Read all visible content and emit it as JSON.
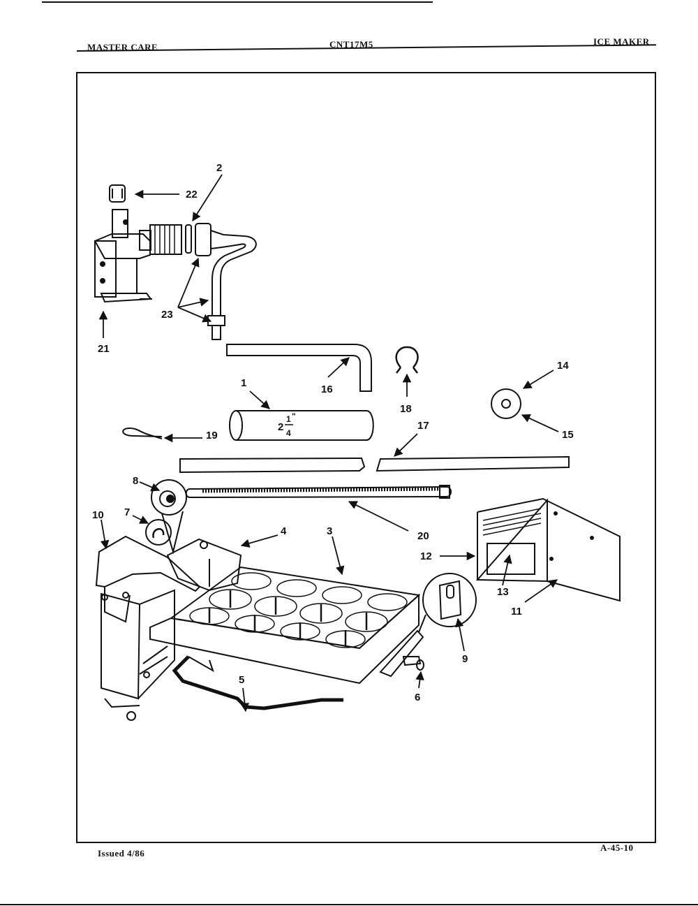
{
  "header": {
    "left": "MASTER CARE",
    "center": "CNT17M5",
    "right": "ICE MAKER"
  },
  "footer": {
    "issued": "Issued 4/86",
    "code": "A-45-10"
  },
  "diagram": {
    "tube_size_whole": "2",
    "tube_size_num": "1",
    "tube_size_den": "4",
    "tube_size_mark": "\"",
    "part_labels": {
      "p1": "1",
      "p2": "2",
      "p3": "3",
      "p4": "4",
      "p5": "5",
      "p6": "6",
      "p7": "7",
      "p8": "8",
      "p9": "9",
      "p10": "10",
      "p11": "11",
      "p12": "12",
      "p13": "13",
      "p14": "14",
      "p15": "15",
      "p16": "16",
      "p17": "17",
      "p18": "18",
      "p19": "19",
      "p20": "20",
      "p21": "21",
      "p22": "22",
      "p23": "23"
    }
  }
}
